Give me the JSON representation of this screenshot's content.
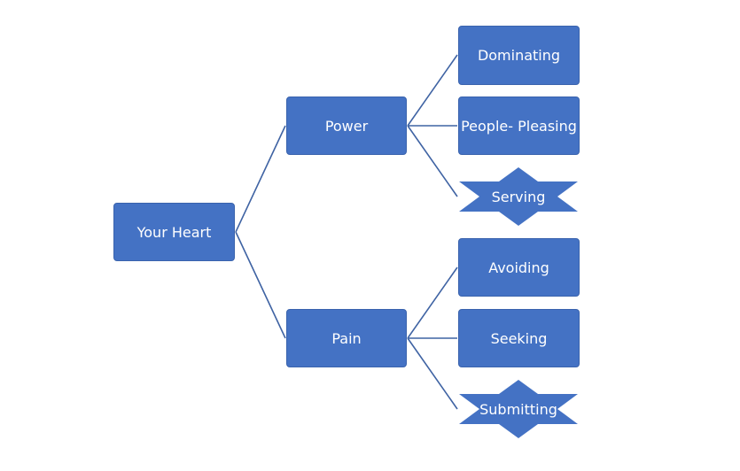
{
  "colors": {
    "node_fill": "#4472c4",
    "connector": "#3f63a3",
    "text": "#ffffff"
  },
  "nodes": {
    "root": {
      "label": "Your Heart"
    },
    "power": {
      "label": "Power"
    },
    "pain": {
      "label": "Pain"
    },
    "dominating": {
      "label": "Dominating"
    },
    "people_pleasing": {
      "label": "People- Pleasing"
    },
    "serving": {
      "label": "Serving"
    },
    "avoiding": {
      "label": "Avoiding"
    },
    "seeking": {
      "label": "Seeking"
    },
    "submitting": {
      "label": "Submitting"
    }
  },
  "edges": [
    [
      "root",
      "power"
    ],
    [
      "root",
      "pain"
    ],
    [
      "power",
      "dominating"
    ],
    [
      "power",
      "people_pleasing"
    ],
    [
      "power",
      "serving"
    ],
    [
      "pain",
      "avoiding"
    ],
    [
      "pain",
      "seeking"
    ],
    [
      "pain",
      "submitting"
    ]
  ]
}
